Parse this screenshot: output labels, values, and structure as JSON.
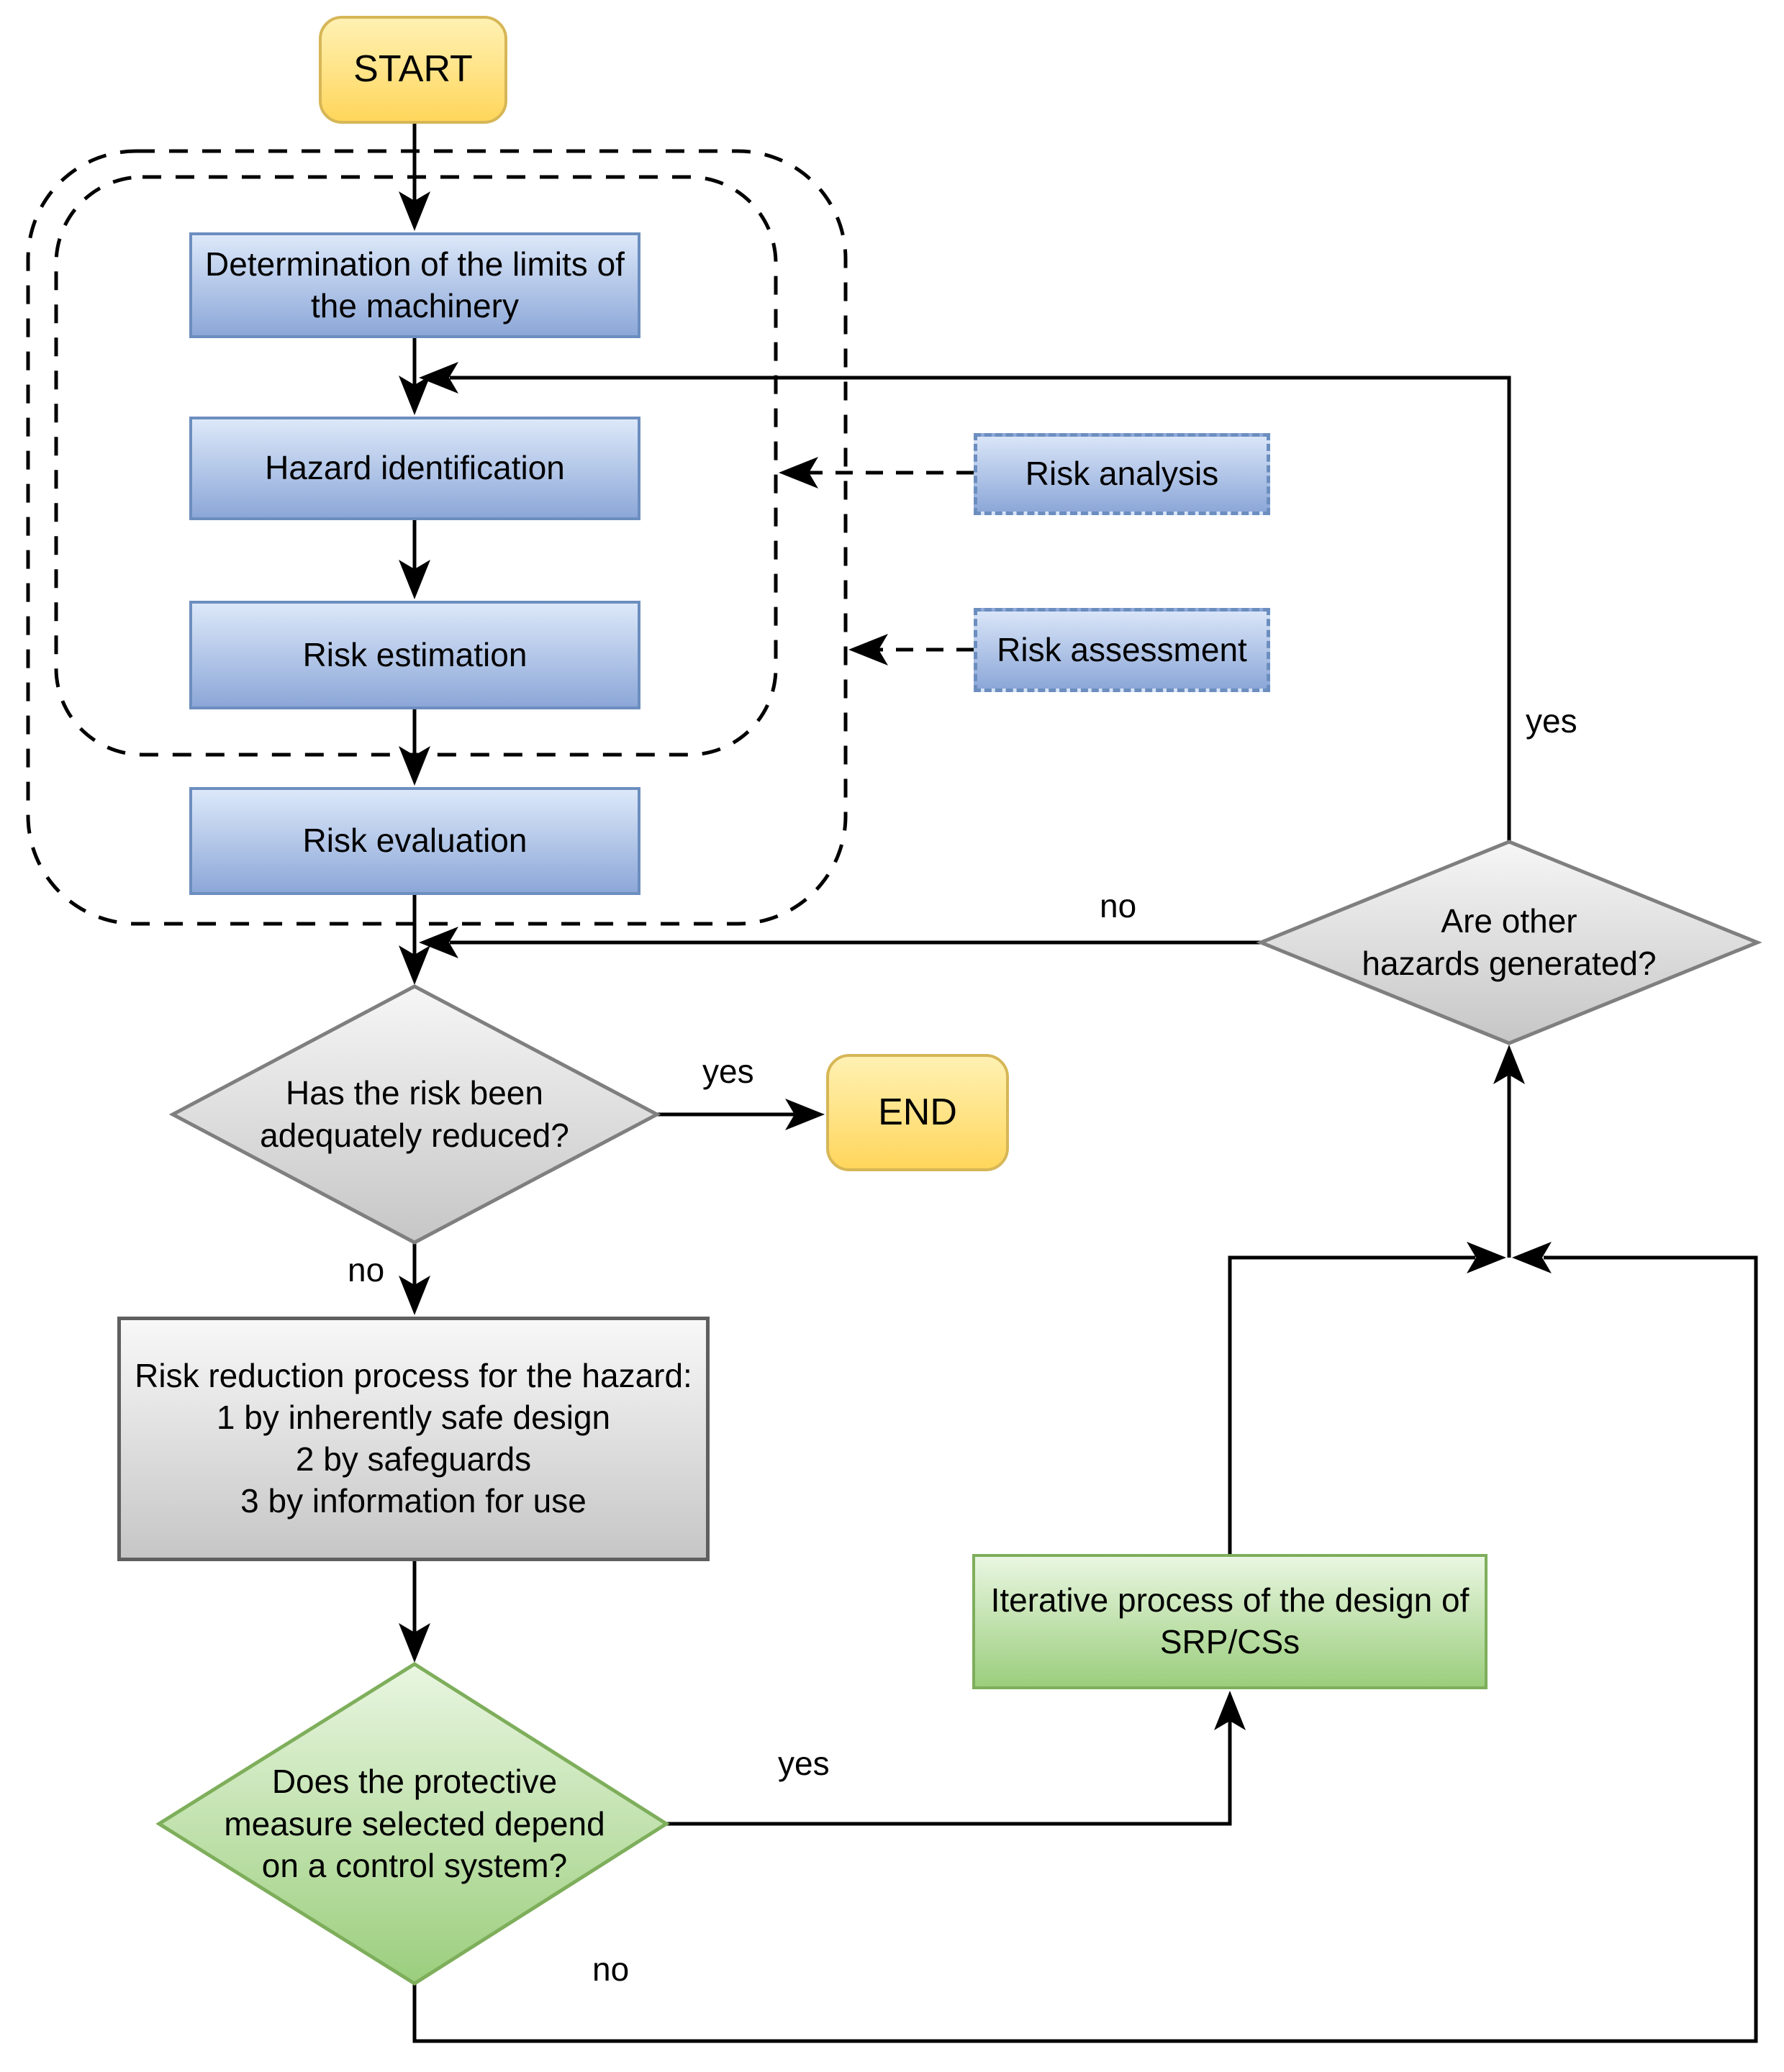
{
  "nodes": {
    "start": {
      "label": "START"
    },
    "determination": {
      "lines": [
        "Determination of the limits of",
        "the machinery"
      ]
    },
    "hazard_identification": {
      "label": "Hazard identification"
    },
    "risk_estimation": {
      "label": "Risk estimation"
    },
    "risk_evaluation": {
      "label": "Risk evaluation"
    },
    "risk_analysis": {
      "label": "Risk analysis"
    },
    "risk_assessment": {
      "label": "Risk assessment"
    },
    "has_risk_been_reduced": {
      "lines": [
        "Has the risk been",
        "adequately reduced?"
      ]
    },
    "end": {
      "label": "END"
    },
    "are_other_hazards": {
      "lines": [
        "Are other",
        "hazards generated?"
      ]
    },
    "risk_reduction": {
      "lines": [
        "Risk reduction process for the hazard:",
        "1 by inherently safe design",
        "2 by safeguards",
        "3 by information for use"
      ]
    },
    "protective_measure": {
      "lines": [
        "Does the protective",
        "measure selected depend",
        "on a control system?"
      ]
    },
    "iterative_process": {
      "lines": [
        "Iterative process of the design of",
        "SRP/CSs"
      ]
    }
  },
  "edge_labels": {
    "yes_to_end": "yes",
    "no_below_risk_reduced": "no",
    "yes_other_hazards": "yes",
    "no_other_hazards": "no",
    "yes_control_system": "yes",
    "no_control_system": "no"
  },
  "colors": {
    "flow_line": "#000000",
    "blue_border": "#6C8EBF",
    "blue_fill_top": "#DCE8F9",
    "blue_fill_bottom": "#8CA7D8",
    "yellow_border": "#D6B656",
    "yellow_fill_top": "#FFF1B3",
    "yellow_fill_bottom": "#FFD65C",
    "gray_border": "#5F5F5F",
    "gray_fill_top": "#F8F8F8",
    "gray_fill_bottom": "#C6C6C6",
    "green_border": "#7EAE5B",
    "green_fill_top": "#E9F6E1",
    "green_fill_bottom": "#9BCE7D"
  }
}
